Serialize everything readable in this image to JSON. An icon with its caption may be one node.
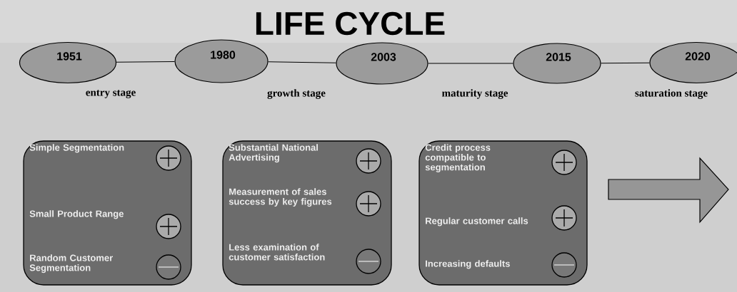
{
  "diagram": {
    "title": "LIFE CYCLE",
    "nodes": [
      {
        "text": [
          "1951"
        ]
      },
      {
        "text": [
          "1980"
        ]
      },
      {
        "text": [
          "2003"
        ]
      },
      {
        "text": [
          "2015"
        ]
      },
      {
        "text": [
          "2020"
        ]
      },
      {
        "text": [
          "Simple Segmentation",
          "Small Product Range",
          "Random Customer Segmentation"
        ]
      },
      {
        "text": [
          "Substantial National Advertising",
          "Measurement of sales success by key figures",
          "Less examination of customer satisfaction"
        ]
      },
      {
        "text": [
          "Credit process compatible to segmentation",
          "Regular customer calls",
          "Increasing defaults"
        ]
      }
    ],
    "edges": [
      {
        "from": 0,
        "to": 1,
        "arrow": "none"
      },
      {
        "from": 1,
        "to": 2,
        "arrow": "none"
      },
      {
        "from": 2,
        "to": 3,
        "arrow": "none"
      },
      {
        "from": 3,
        "to": 4,
        "arrow": "none"
      }
    ],
    "labels": [
      "entry stage",
      "growth stage",
      "maturity stage",
      "saturation stage"
    ]
  }
}
